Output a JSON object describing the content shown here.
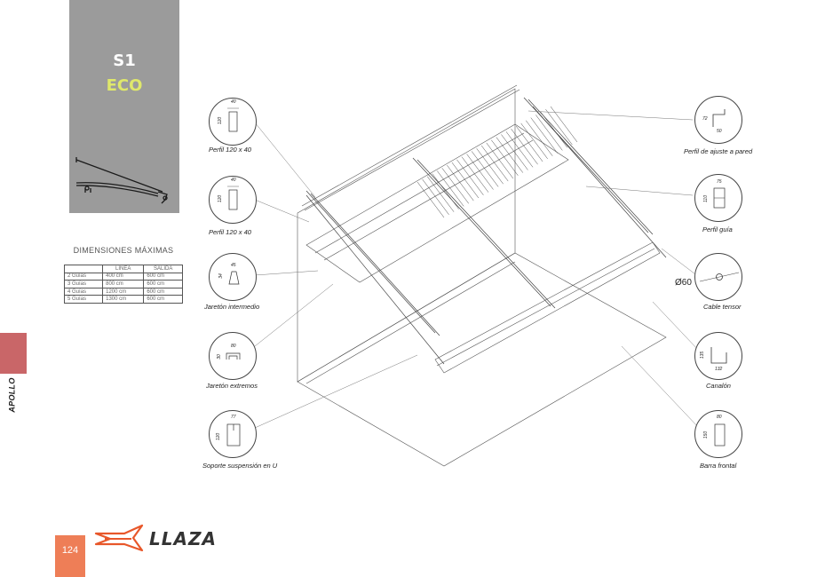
{
  "header": {
    "model_code": "S1",
    "model_name": "ECO"
  },
  "dimensions": {
    "title": "DIMENSIONES MÁXIMAS",
    "columns": [
      "",
      "LÍNEA",
      "SALIDA"
    ],
    "rows": [
      [
        "2 Guías",
        "400 cm",
        "600 cm"
      ],
      [
        "3 Guías",
        "800 cm",
        "600 cm"
      ],
      [
        "4 Guías",
        "1200 cm",
        "600 cm"
      ],
      [
        "5 Guías",
        "1300 cm",
        "600 cm"
      ]
    ]
  },
  "sidebar": {
    "label": "APOLLO"
  },
  "footer": {
    "page_number": "124",
    "brand": "LLAZA"
  },
  "callouts_left": [
    {
      "label": "Perfil 120 x 40",
      "dim_a": "40",
      "dim_b": "120"
    },
    {
      "label": "Perfil 120 x 40",
      "dim_a": "40",
      "dim_b": "120"
    },
    {
      "label": "Jaretón intermedio",
      "dim_a": "45",
      "dim_b": "34"
    },
    {
      "label": "Jaretón extremos",
      "dim_a": "80",
      "dim_b": "30"
    },
    {
      "label": "Soporte suspensión en U",
      "dim_a": "77",
      "dim_b": "120"
    }
  ],
  "callouts_right": [
    {
      "label": "Perfil de ajuste a pared",
      "dim_a": "50",
      "dim_b": "72"
    },
    {
      "label": "Perfil guía",
      "dim_a": "75",
      "dim_b": "110"
    },
    {
      "label": "Cable tensor",
      "dim_a": "",
      "dim_b": ""
    },
    {
      "label": "Canalón",
      "dim_a": "132",
      "dim_b": "135"
    },
    {
      "label": "Barra frontal",
      "dim_a": "80",
      "dim_b": "150"
    }
  ],
  "cable_diameter": "Ø60",
  "colors": {
    "panel_gray": "#9b9b9b",
    "eco_yellow": "#dfe86b",
    "accent_red": "#c96668",
    "page_orange": "#ee7e57"
  }
}
